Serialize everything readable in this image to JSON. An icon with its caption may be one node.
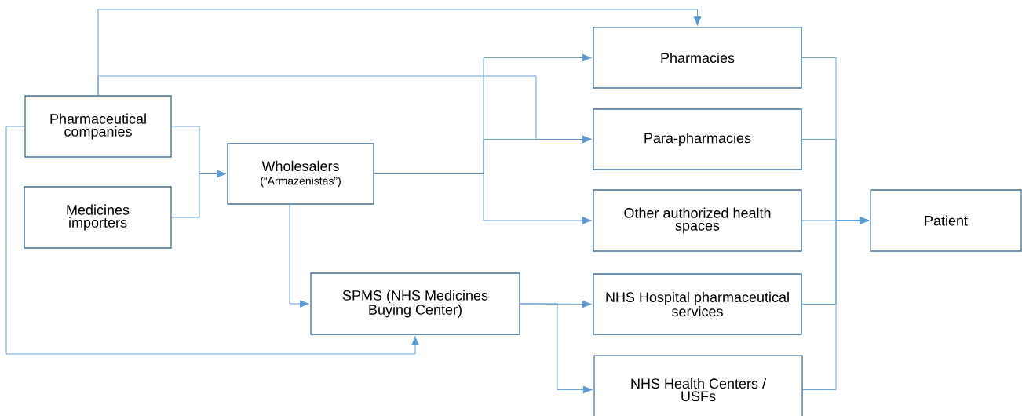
{
  "diagram": {
    "nodes": [
      {
        "text": [
          "Pharmaceutical companies"
        ]
      },
      {
        "text": [
          "Medicines importers"
        ]
      },
      {
        "text": [
          "Wholesalers",
          "(“Armazenistas”)"
        ]
      },
      {
        "text": [
          "SPMS (NHS Medicines Buying Center)"
        ]
      },
      {
        "text": [
          "Pharmacies"
        ]
      },
      {
        "text": [
          "Para-pharmacies"
        ]
      },
      {
        "text": [
          "Other authorized health spaces"
        ]
      },
      {
        "text": [
          "NHS Hospital pharmaceutical services"
        ]
      },
      {
        "text": [
          "NHS Health Centers / USFs"
        ]
      },
      {
        "text": [
          "Patient"
        ]
      }
    ],
    "edges": [
      {
        "from": 0,
        "to": 4,
        "arrow": "to"
      },
      {
        "from": 0,
        "to": 5,
        "arrow": "to"
      },
      {
        "from": 0,
        "to": 3,
        "arrow": "to"
      },
      {
        "from": 0,
        "to": 2,
        "arrow": "to"
      },
      {
        "from": 1,
        "to": 2,
        "arrow": "to"
      },
      {
        "from": 2,
        "to": 4,
        "arrow": "to"
      },
      {
        "from": 2,
        "to": 5,
        "arrow": "to"
      },
      {
        "from": 2,
        "to": 6,
        "arrow": "to"
      },
      {
        "from": 2,
        "to": 3,
        "arrow": "to"
      },
      {
        "from": 3,
        "to": 7,
        "arrow": "to"
      },
      {
        "from": 3,
        "to": 8,
        "arrow": "to"
      },
      {
        "from": 4,
        "to": 9,
        "arrow": "to"
      },
      {
        "from": 5,
        "to": 9,
        "arrow": "to"
      },
      {
        "from": 6,
        "to": 9,
        "arrow": "to"
      },
      {
        "from": 7,
        "to": 9,
        "arrow": "to"
      },
      {
        "from": 8,
        "to": 9,
        "arrow": "to"
      }
    ]
  }
}
